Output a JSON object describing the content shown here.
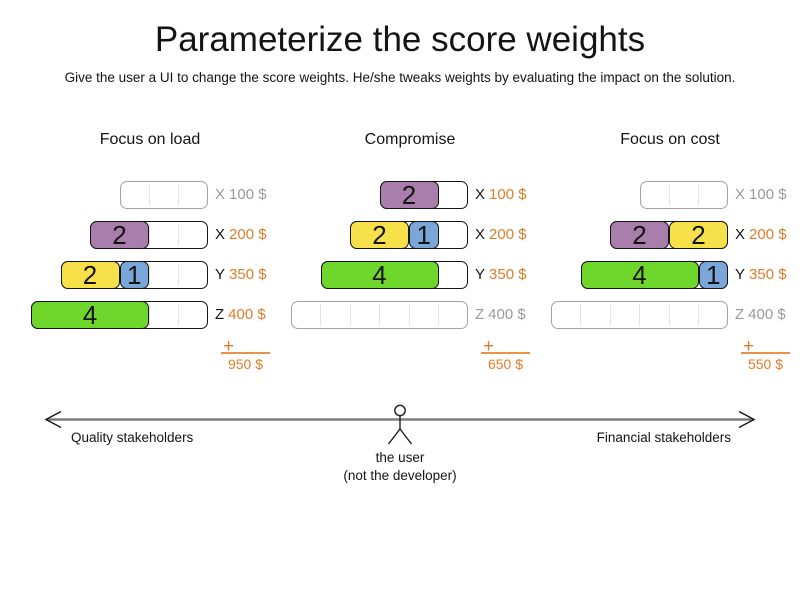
{
  "title": "Parameterize the score weights",
  "subtitle": "Give the user a UI to change the score weights. He/she tweaks weights by evaluating the impact on the solution.",
  "colors": {
    "purple": "#aa7eac",
    "yellow": "#f6e14b",
    "blue": "#7aa6d8",
    "green": "#6fd62c",
    "orange": "#e07c28",
    "gray_label": "#9a9a9a"
  },
  "sum_plus": "+",
  "columns": [
    {
      "title": "Focus on load",
      "total": "950 $",
      "rows": [
        {
          "units": 3,
          "label": "X",
          "price": "100 $",
          "fills": []
        },
        {
          "units": 4,
          "label": "X",
          "price": "200 $",
          "fills": [
            {
              "color": "purple",
              "size": 2,
              "value": "2"
            }
          ]
        },
        {
          "units": 5,
          "label": "Y",
          "price": "350 $",
          "fills": [
            {
              "color": "yellow",
              "size": 2,
              "value": "2"
            },
            {
              "color": "blue",
              "size": 1,
              "value": "1"
            }
          ]
        },
        {
          "units": 6,
          "label": "Z",
          "price": "400 $",
          "fills": [
            {
              "color": "green",
              "size": 4,
              "value": "4"
            }
          ]
        }
      ]
    },
    {
      "title": "Compromise",
      "total": "650 $",
      "rows": [
        {
          "units": 3,
          "label": "X",
          "price": "100 $",
          "fills": [
            {
              "color": "purple",
              "size": 2,
              "value": "2"
            }
          ]
        },
        {
          "units": 4,
          "label": "X",
          "price": "200 $",
          "fills": [
            {
              "color": "yellow",
              "size": 2,
              "value": "2"
            },
            {
              "color": "blue",
              "size": 1,
              "value": "1"
            }
          ]
        },
        {
          "units": 5,
          "label": "Y",
          "price": "350 $",
          "fills": [
            {
              "color": "green",
              "size": 4,
              "value": "4"
            }
          ]
        },
        {
          "units": 6,
          "label": "Z",
          "price": "400 $",
          "fills": []
        }
      ]
    },
    {
      "title": "Focus on cost",
      "total": "550 $",
      "rows": [
        {
          "units": 3,
          "label": "X",
          "price": "100 $",
          "fills": []
        },
        {
          "units": 4,
          "label": "X",
          "price": "200 $",
          "fills": [
            {
              "color": "purple",
              "size": 2,
              "value": "2"
            },
            {
              "color": "yellow",
              "size": 2,
              "value": "2"
            }
          ]
        },
        {
          "units": 5,
          "label": "Y",
          "price": "350 $",
          "fills": [
            {
              "color": "green",
              "size": 4,
              "value": "4"
            },
            {
              "color": "blue",
              "size": 1,
              "value": "1"
            }
          ]
        },
        {
          "units": 6,
          "label": "Z",
          "price": "400 $",
          "fills": []
        }
      ]
    }
  ],
  "axis": {
    "left_label": "Quality stakeholders",
    "right_label": "Financial stakeholders",
    "center_label_1": "the user",
    "center_label_2": "(not the developer)"
  }
}
